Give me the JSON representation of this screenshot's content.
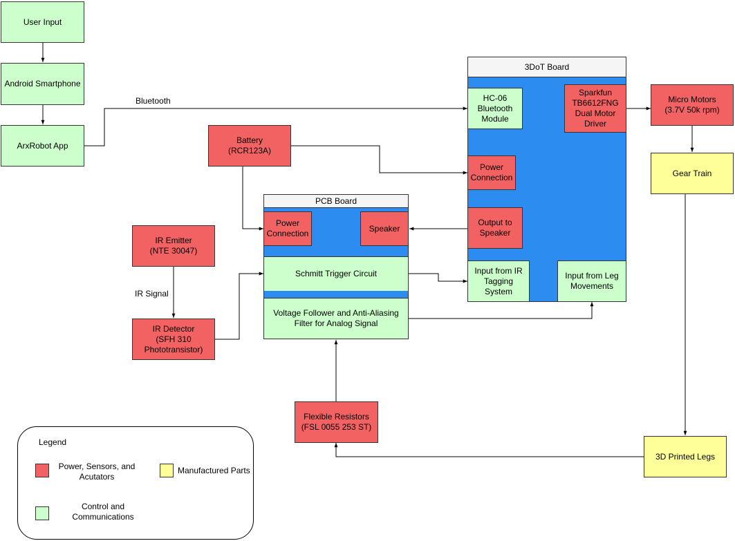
{
  "colors": {
    "power": "#f26263",
    "control": "#ccffcc",
    "manufactured": "#ffff99",
    "board": "#2d8cf0"
  },
  "nodes": {
    "user_input": "User Input",
    "android": "Android Smartphone",
    "arxrobot": "ArxRobot App",
    "battery": "Battery\n(RCR123A)",
    "ir_emitter": "IR Emitter\n(NTE 30047)",
    "ir_detector": "IR Detector\n(SFH 310\nPhototransistor)",
    "flex_resistors": "Flexible Resistors\n(FSL 0055 253 ST)",
    "micro_motors": "Micro Motors\n(3.7V 50k rpm)",
    "gear_train": "Gear Train",
    "printed_legs": "3D Printed Legs"
  },
  "pcb": {
    "title": "PCB Board",
    "power_connection": "Power\nConnection",
    "speaker": "Speaker",
    "schmitt": "Schmitt Trigger Circuit",
    "voltage_follower": "Voltage Follower and Anti-Aliasing\nFilter for Analog Signal"
  },
  "dot": {
    "title": "3DoT Board",
    "hc06": "HC-06\nBluetooth\nModule",
    "sparkfun": "Sparkfun\nTB6612FNG\nDual Motor\nDriver",
    "power_connection": "Power\nConnection",
    "output_speaker": "Output to\nSpeaker",
    "input_ir": "Input from IR\nTagging System",
    "input_leg": "Input from Leg\nMovements"
  },
  "edge_labels": {
    "bluetooth": "Bluetooth",
    "ir_signal": "IR Signal"
  },
  "legend": {
    "title": "Legend",
    "power": "Power, Sensors, and\nAcutators",
    "manufactured": "Manufactured Parts",
    "control": "Control and\nCommunications"
  }
}
